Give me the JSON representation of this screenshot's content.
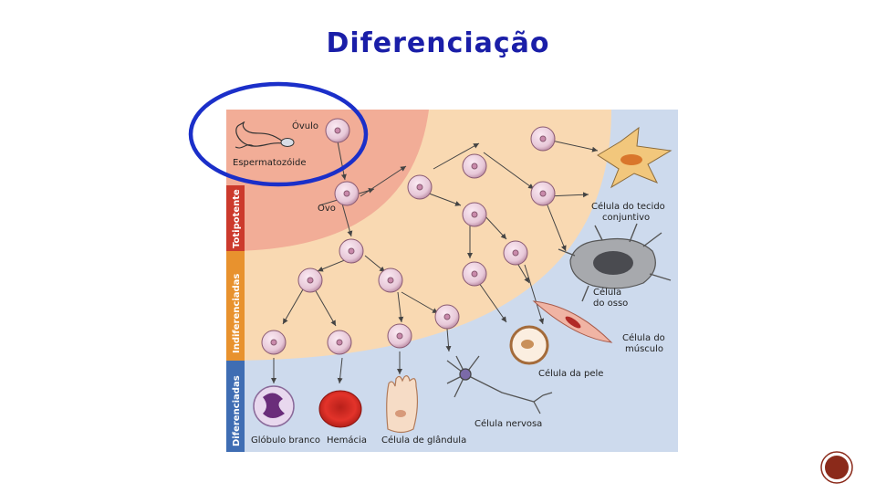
{
  "slide": {
    "title": "Diferenciação",
    "accent_color": "#1a1ea8",
    "badge_color": "#8b2a1a"
  },
  "diagram": {
    "zones": {
      "totipotent": "Totipotente",
      "undifferentiated": "Indiferenciadas",
      "differentiated": "Diferenciadas"
    },
    "zone_colors": {
      "totipotent": "#f2ad97",
      "undifferentiated": "#f9d9b2",
      "differentiated": "#cddaed",
      "sidebar_totipotent": "#cc3a2c",
      "sidebar_undifferentiated": "#e8922e",
      "sidebar_differentiated": "#3f6db3",
      "highlight_circle": "#1b2fc9"
    },
    "labels": {
      "ovulo": "Óvulo",
      "espermatozoide": "Espermatozóide",
      "ovo": "Ovo",
      "tecido_conjuntivo_line1": "Célula do tecido",
      "tecido_conjuntivo_line2": "conjuntivo",
      "osso_line1": "Célula",
      "osso_line2": "do osso",
      "musculo_line1": "Célula do",
      "musculo_line2": "músculo",
      "pele": "Célula da pele",
      "nervosa": "Célula nervosa",
      "globulo_branco": "Glóbulo branco",
      "hemacia": "Hemácia",
      "glandula": "Célula de glândula"
    }
  }
}
